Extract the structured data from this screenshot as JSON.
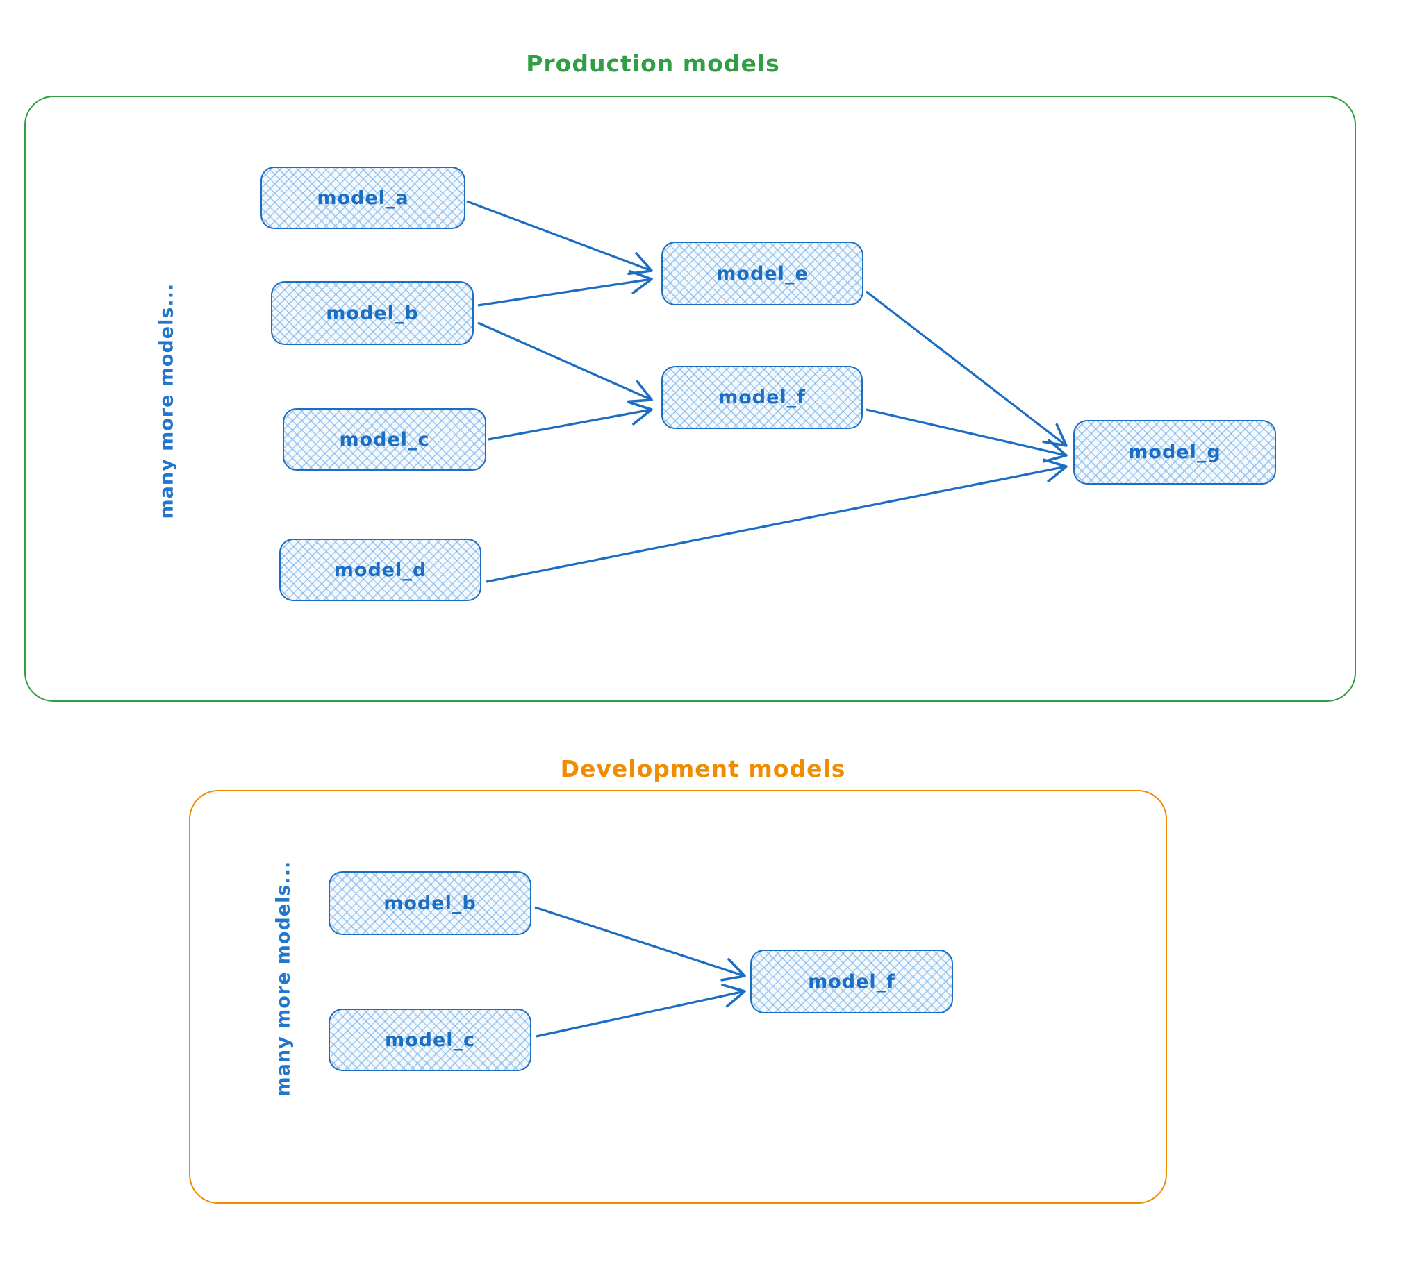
{
  "colors": {
    "node_stroke": "#1b6ec2",
    "node_text": "#1a6fc4",
    "production_accent": "#2f9e44",
    "development_accent": "#f08c00"
  },
  "production": {
    "title": "Production models",
    "side_label": "many more models...",
    "nodes": [
      {
        "id": "model_a",
        "label": "model_a"
      },
      {
        "id": "model_b",
        "label": "model_b"
      },
      {
        "id": "model_c",
        "label": "model_c"
      },
      {
        "id": "model_d",
        "label": "model_d"
      },
      {
        "id": "model_e",
        "label": "model_e"
      },
      {
        "id": "model_f",
        "label": "model_f"
      },
      {
        "id": "model_g",
        "label": "model_g"
      }
    ],
    "edges": [
      {
        "from": "model_a",
        "to": "model_e"
      },
      {
        "from": "model_b",
        "to": "model_e"
      },
      {
        "from": "model_b",
        "to": "model_f"
      },
      {
        "from": "model_c",
        "to": "model_f"
      },
      {
        "from": "model_e",
        "to": "model_g"
      },
      {
        "from": "model_f",
        "to": "model_g"
      },
      {
        "from": "model_d",
        "to": "model_g"
      }
    ]
  },
  "development": {
    "title": "Development models",
    "side_label": "many more models...",
    "nodes": [
      {
        "id": "model_b",
        "label": "model_b"
      },
      {
        "id": "model_c",
        "label": "model_c"
      },
      {
        "id": "model_f",
        "label": "model_f"
      }
    ],
    "edges": [
      {
        "from": "model_b",
        "to": "model_f"
      },
      {
        "from": "model_c",
        "to": "model_f"
      }
    ]
  }
}
